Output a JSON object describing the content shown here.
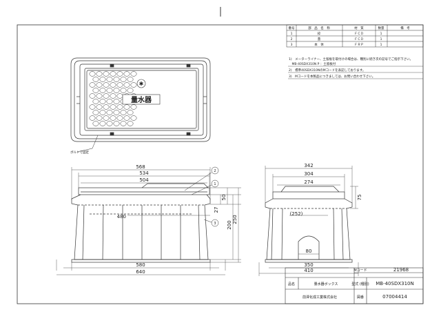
{
  "parts_table": {
    "headers": [
      "番号",
      "部　品　名　称",
      "材　質",
      "数量",
      "備　考"
    ],
    "rows": [
      {
        "no": "1",
        "name": "枠",
        "material": "ＦＣＤ",
        "qty": "1",
        "note": ""
      },
      {
        "no": "2",
        "name": "蓋",
        "material": "ＦＣＤ",
        "qty": "1",
        "note": ""
      },
      {
        "no": "3",
        "name": "本　体",
        "material": "ＦＲＰ",
        "qty": "1",
        "note": ""
      }
    ]
  },
  "notes": [
    "1)　メーターライナー、土留板を取付けの場合は、種別に続き次の記号でご指示下さい。",
    "　MB-40SDX310N  P ：土留板付",
    "2)　標準40SDX310NのMコードを表記しております。",
    "3)　Mコードを本製品につきましては、お問い合わせ下さい。"
  ],
  "top_view": {
    "lid_label": "量水器",
    "bolt_label": "ボルトで固定"
  },
  "front_view": {
    "dims_top": [
      "568",
      "534",
      "504"
    ],
    "dims_bottom": [
      "580",
      "640"
    ],
    "dim_inner": "480",
    "dims_right": [
      "27",
      "50",
      "200",
      "250"
    ],
    "balloons": [
      "2",
      "1",
      "3"
    ]
  },
  "side_view": {
    "dims_top": [
      "342",
      "304",
      "274"
    ],
    "dims_bottom": [
      "350",
      "410"
    ],
    "dim_inner": "(252)",
    "dim_opening": "80",
    "dim_right": "75"
  },
  "title_block": {
    "mcode_label": "Mコード",
    "mcode": "21968",
    "name_label": "品名",
    "name": "量水器ボックス",
    "model_label": "型式\n(種別)",
    "model": "MB-40SDX310N",
    "company": "前澤化成工業株式会社",
    "drawing_no_label": "図番",
    "drawing_no": "07004414"
  }
}
